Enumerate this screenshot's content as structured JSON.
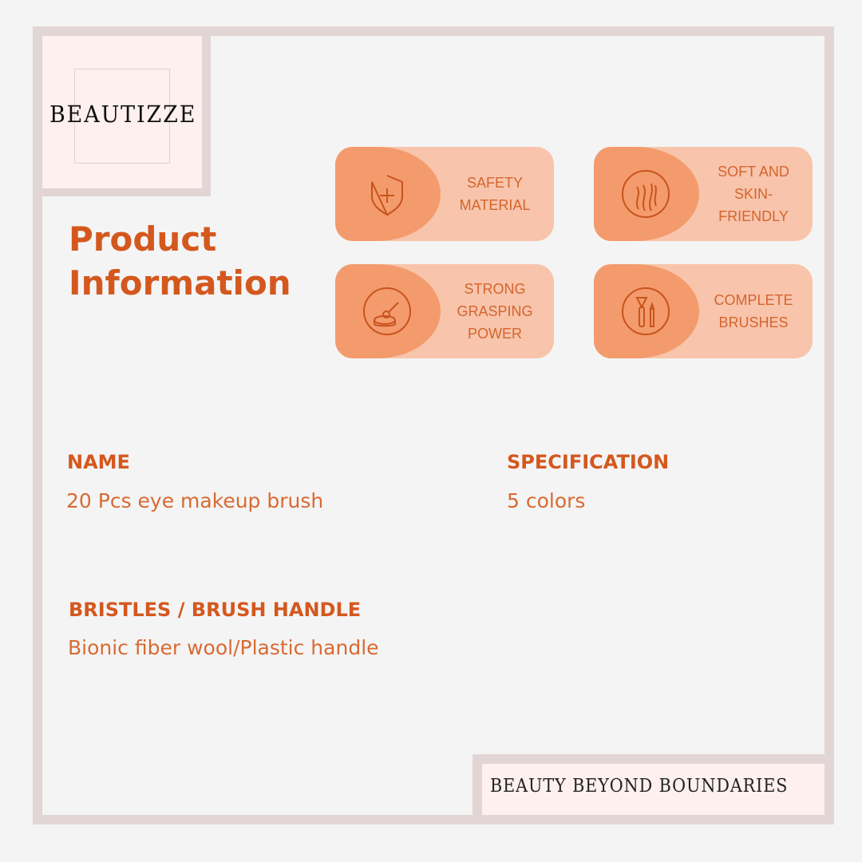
{
  "brand": {
    "logo": "BEAUTIZZE",
    "tagline": "BEAUTY BEYOND BOUNDARIES"
  },
  "title": {
    "line1": "Product",
    "line2": "Information"
  },
  "features": [
    {
      "label": "SAFETY\nMATERIAL",
      "icon": "shield-plus-icon"
    },
    {
      "label": "SOFT AND\nSKIN-\nFRIENDLY",
      "icon": "hair-strands-icon"
    },
    {
      "label": "STRONG\nGRASPING\nPOWER",
      "icon": "brush-bowl-icon"
    },
    {
      "label": "COMPLETE\nBRUSHES",
      "icon": "makeup-brushes-icon"
    }
  ],
  "specs": {
    "name_label": "NAME",
    "name_value": "20 Pcs eye makeup brush",
    "spec_label": "SPECIFICATION",
    "spec_value": "5 colors",
    "bristles_label": "BRISTLES / BRUSH HANDLE",
    "bristles_value": "Bionic fiber wool/Plastic handle"
  },
  "colors": {
    "accent": "#d4581e",
    "card_dark": "#f39b6c",
    "card_light": "#f8c4ab",
    "frame": "#e1d5d5"
  }
}
